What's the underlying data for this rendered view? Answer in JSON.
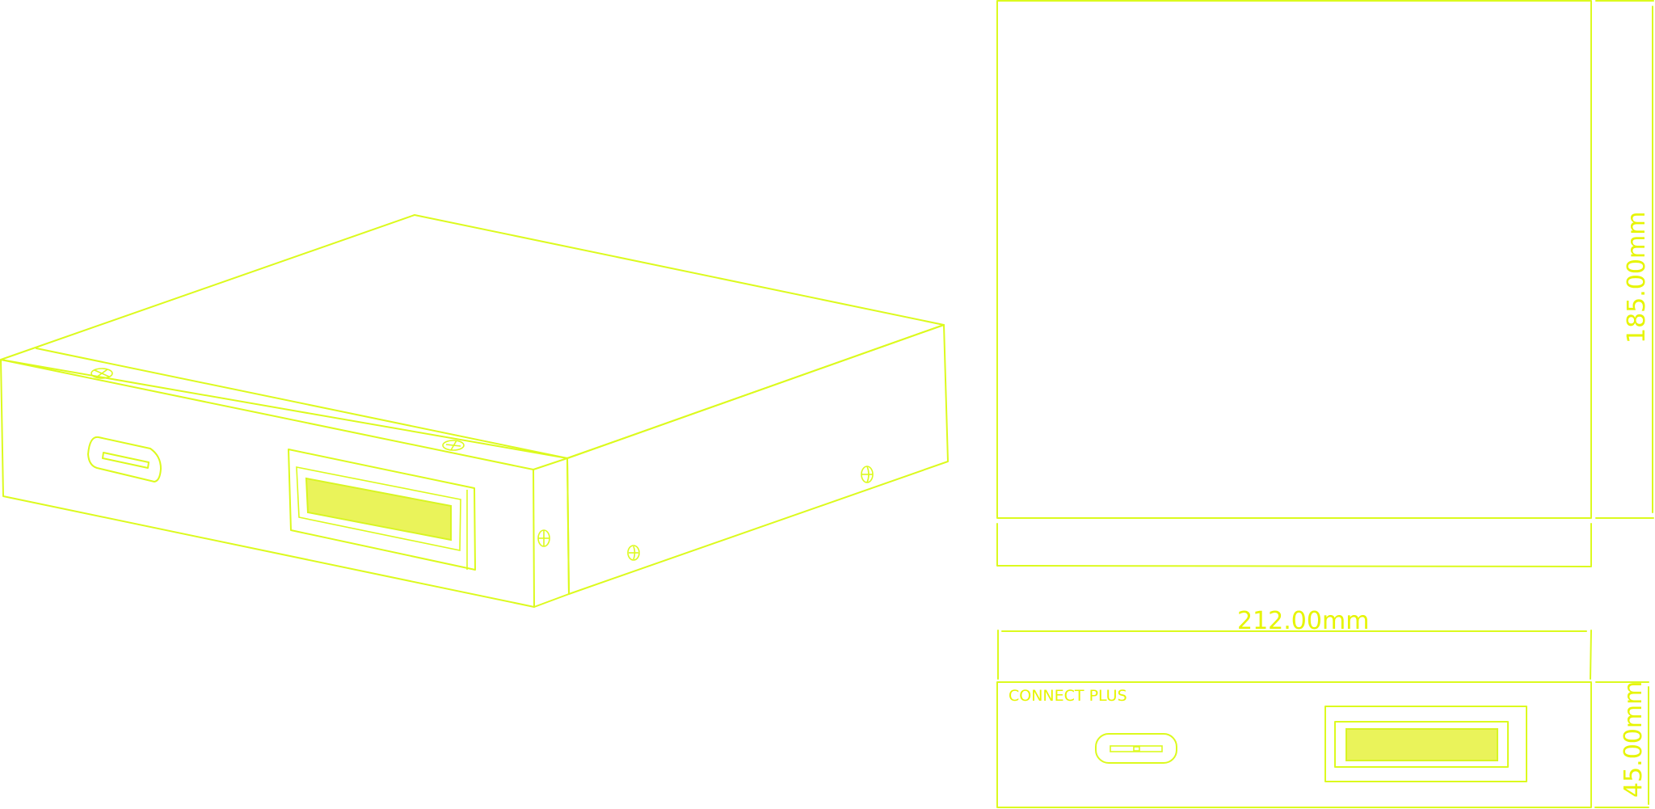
{
  "drawing": {
    "title": "CONNECT PLUS device technical drawing",
    "line_color": "#dcfa1e",
    "display_fill": "#eaf35a",
    "background": "#ffffff"
  },
  "views": {
    "isometric": {
      "label": ""
    },
    "top": {
      "label": ""
    },
    "front": {
      "label": "CONNECT PLUS"
    }
  },
  "dimensions": {
    "depth": "185.00mm",
    "width": "212.00mm",
    "height": "45.00mm"
  }
}
